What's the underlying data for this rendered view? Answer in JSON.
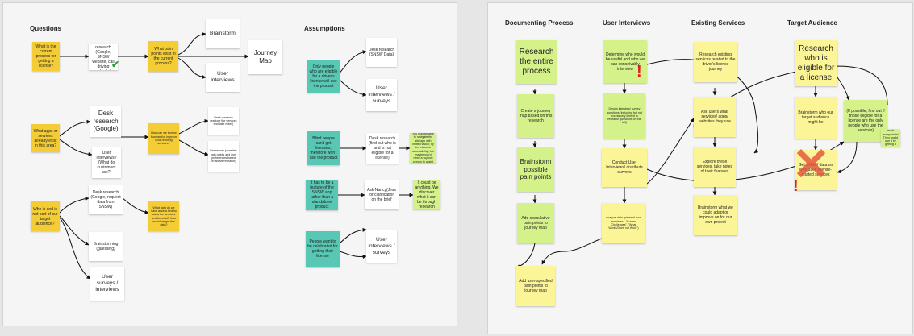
{
  "left": {
    "questions_header": "Questions",
    "assumptions_header": "Assumptions",
    "q1": "What is the current process for getting a license?",
    "q1_research": "Desk research (Google, SNSW website, call driving schools)",
    "q1_painpoints": "What pain points exist in the current process?",
    "brainstorm": "Brainstorm",
    "user_interviews_1": "User interviews",
    "journey_map": "Journey Map",
    "q2": "What apps or services already exist in this area?",
    "q2_desk": "Desk research (Google)",
    "q2_users": "User interviews? (What do customers use?)",
    "q2_borrow": "How can we borrow from and/or improve upon existing services?",
    "q2_desk2": "Desk research (explore the services and take notes)",
    "q2_brainstorm": "Brainstorm (consider pain points and user preferences based on above research)",
    "q3": "Who is and is not part of our target audience?",
    "q3_desk": "Desk research (Google, request data from SNSW)",
    "q3_doesnt": "What data do we have access to/who owns the services and for what? How would we get this data?",
    "q3_brainstorm": "Brainstorming (guessing)",
    "q3_surveys": "User surveys / interviews",
    "a1": "Only people who are eligible for a driver's license will use the product",
    "a1_desk": "Desk research (SNSW Data)",
    "a1_surveys": "User interviews / surveys",
    "a2": "Blind people can't get licenses; therefore won't use the product",
    "a2_desk": "Desk research (find out who is and is not eligible for a license)",
    "a2_note": "You may be able to navigate the site/app with limited vision; try low vision or accessibility; but maybe you'd need a support person to assist",
    "a3": "It has to be a feature of the SNSW app rather than a standalone product",
    "a3_ask": "Ask Nancy(Jess for clarification on the brief",
    "a3_note": "It could be anything. We discover what it can be through research",
    "a4": "People want to be celebrated for getting their license",
    "a4_surveys": "User interviews / surveys"
  },
  "right": {
    "col_documenting": "Documenting Process",
    "col_interviews": "User Interviews",
    "col_existing": "Existing Services",
    "col_audience": "Target Audience",
    "doc1": "Research the entire process",
    "doc2": "Create a journey map based on this research",
    "doc3": "Brainstorm possible pain points",
    "doc4": "Add speculative pain points to journey map",
    "doc5": "Add user-specified pain points to journey map",
    "int1": "Determine who would be useful and who we can conceivably interview",
    "int2": "Design interview/ survey questions (including but not excessively limited to research questions on the left)",
    "int3": "Conduct User Interviews/ distribute surveys",
    "int4": "Analyze data gathered (use templates - \"Current Challenges\", \"What Works/Does not Work\")",
    "ex1": "Research existing services related to the driver's license journey",
    "ex2": "Ask users what services/ apps/ websites they use",
    "ex3": "Explore these services, take notes of their features",
    "ex4": "Brainstorm what we could adapt or improve on for our own project",
    "ta1": "Research who is eligible for a license",
    "ta2": "Brainstorm who our target audience might be",
    "ta3": "Get SNSW data on who uses license-related services",
    "ta_side": "(If possible, find out if those eligible for a license are the only people who use the services)",
    "ta_small": "Yes - pretty much everyone is! They would use it by getting a license"
  },
  "marks": {
    "check": "✔",
    "exclaim": "!",
    "cross": "✕",
    "check_color": "#2e9e3e",
    "exclaim_color": "#e02020",
    "cross_color": "#e5503a"
  }
}
